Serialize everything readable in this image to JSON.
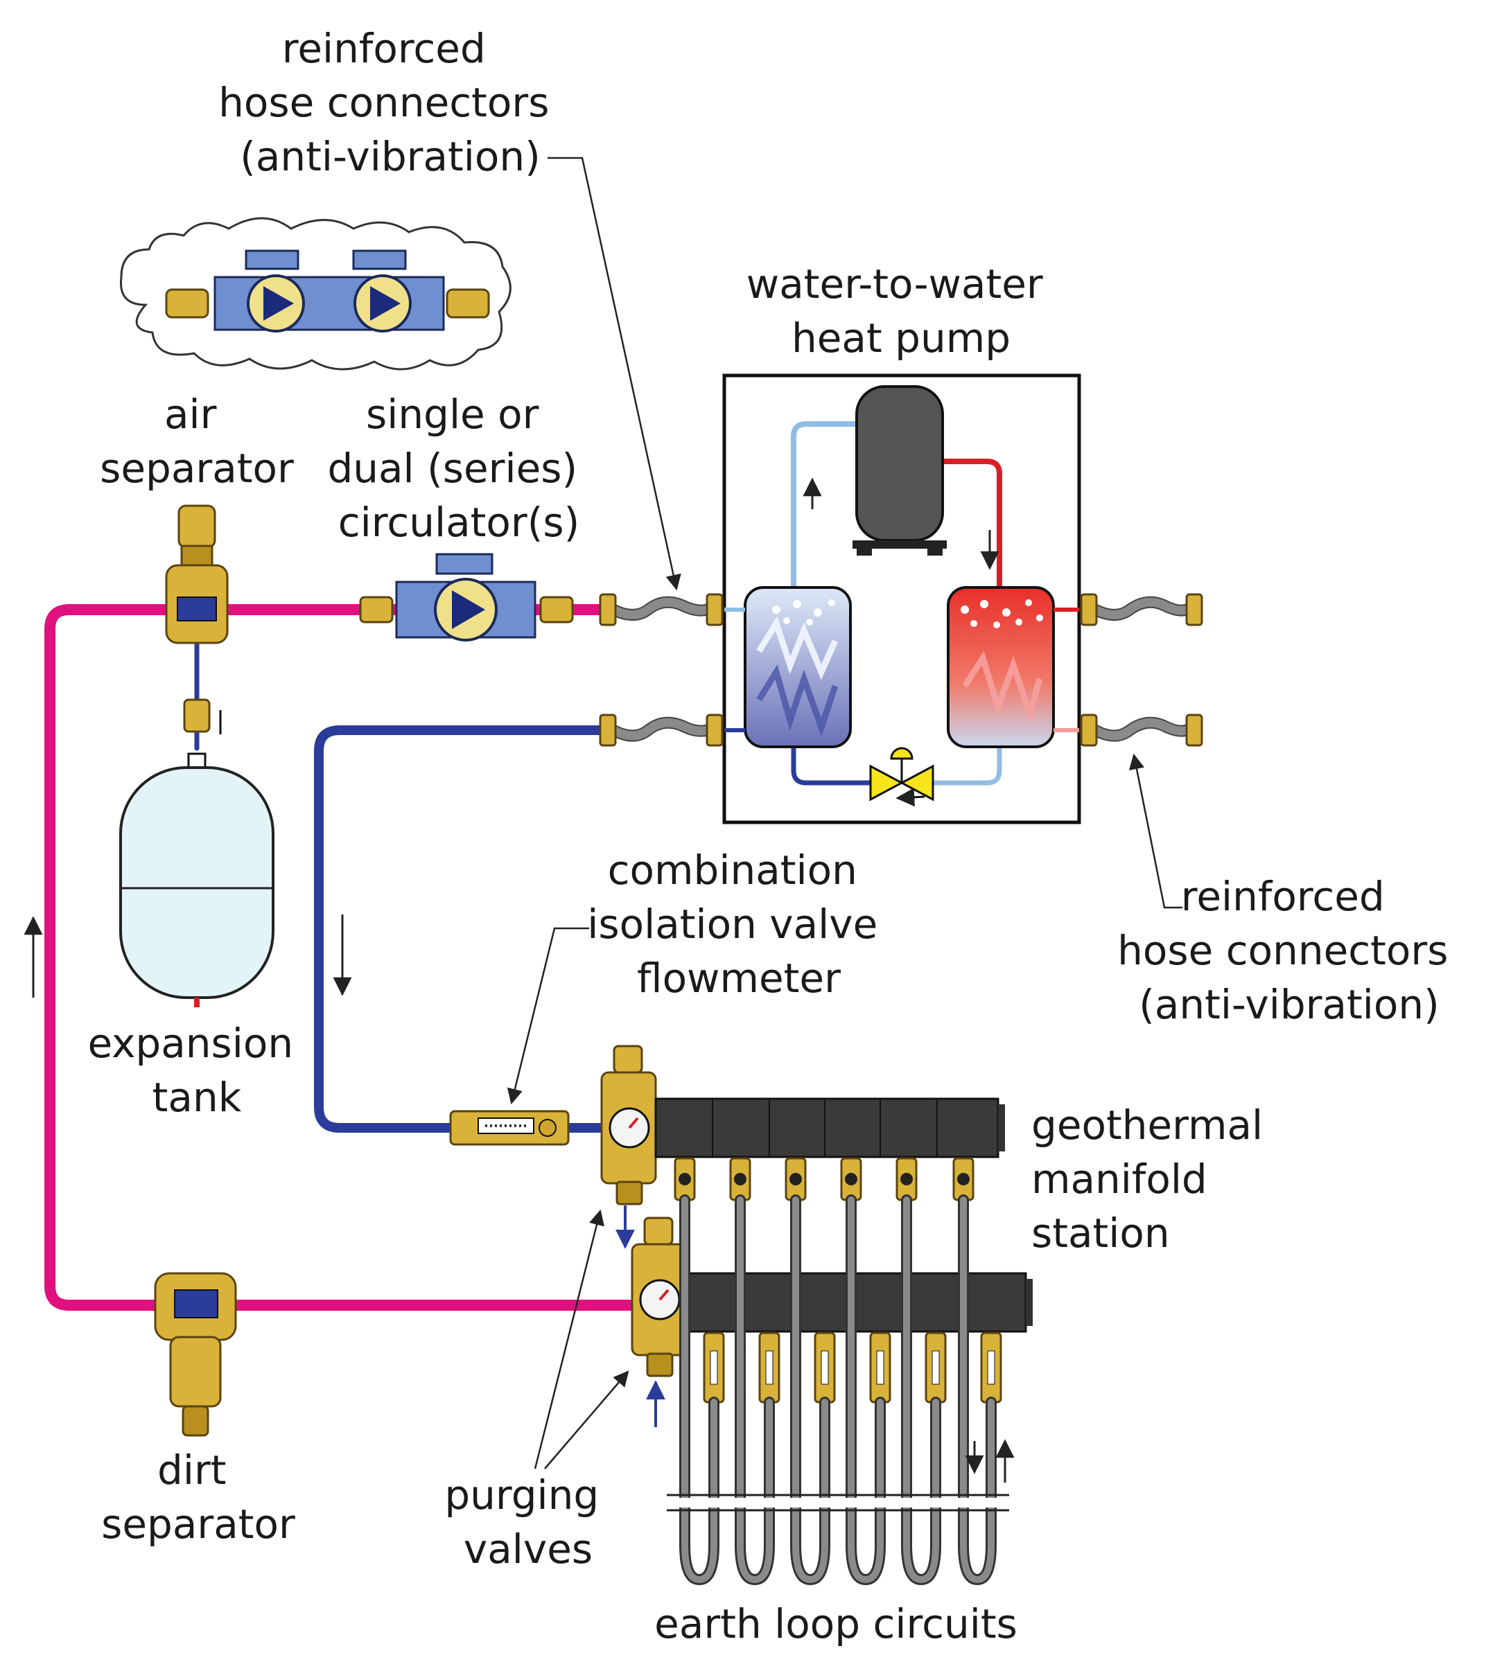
{
  "labels": {
    "hose_top": [
      "reinforced",
      "hose connectors",
      "(anti-vibration)"
    ],
    "heat_pump": [
      "water-to-water",
      "heat pump"
    ],
    "air_separator": [
      "air",
      "separator"
    ],
    "circulator": [
      "single or",
      "dual (series)",
      "circulator(s)"
    ],
    "combination": [
      "combination",
      "isolation valve",
      "flowmeter"
    ],
    "hose_right": [
      "reinforced",
      "hose connectors",
      "(anti-vibration)"
    ],
    "expansion_tank": [
      "expansion",
      "tank"
    ],
    "geo_manifold": [
      "geothermal",
      "manifold",
      "station"
    ],
    "dirt_separator": [
      "dirt",
      "separator"
    ],
    "purging_valves": [
      "purging",
      "valves"
    ],
    "earth_loop": "earth loop circuits"
  },
  "colors": {
    "supply_pipe": "#e0107f",
    "return_pipe": "#2b3c9a",
    "hot_refrigerant": "#d81f26",
    "cool_refrigerant": "#8fbde6",
    "brass": "#d9b23a",
    "manifold": "#3a3a3a",
    "circulator_body": "#6f8fd0",
    "compressor": "#555555",
    "valve": "#f5e51a"
  },
  "icons": [
    "air-separator-icon",
    "circulator-pump-icon",
    "expansion-tank-icon",
    "dirt-separator-icon",
    "compressor-icon",
    "expansion-valve-icon",
    "flowmeter-icon",
    "manifold-icon"
  ]
}
